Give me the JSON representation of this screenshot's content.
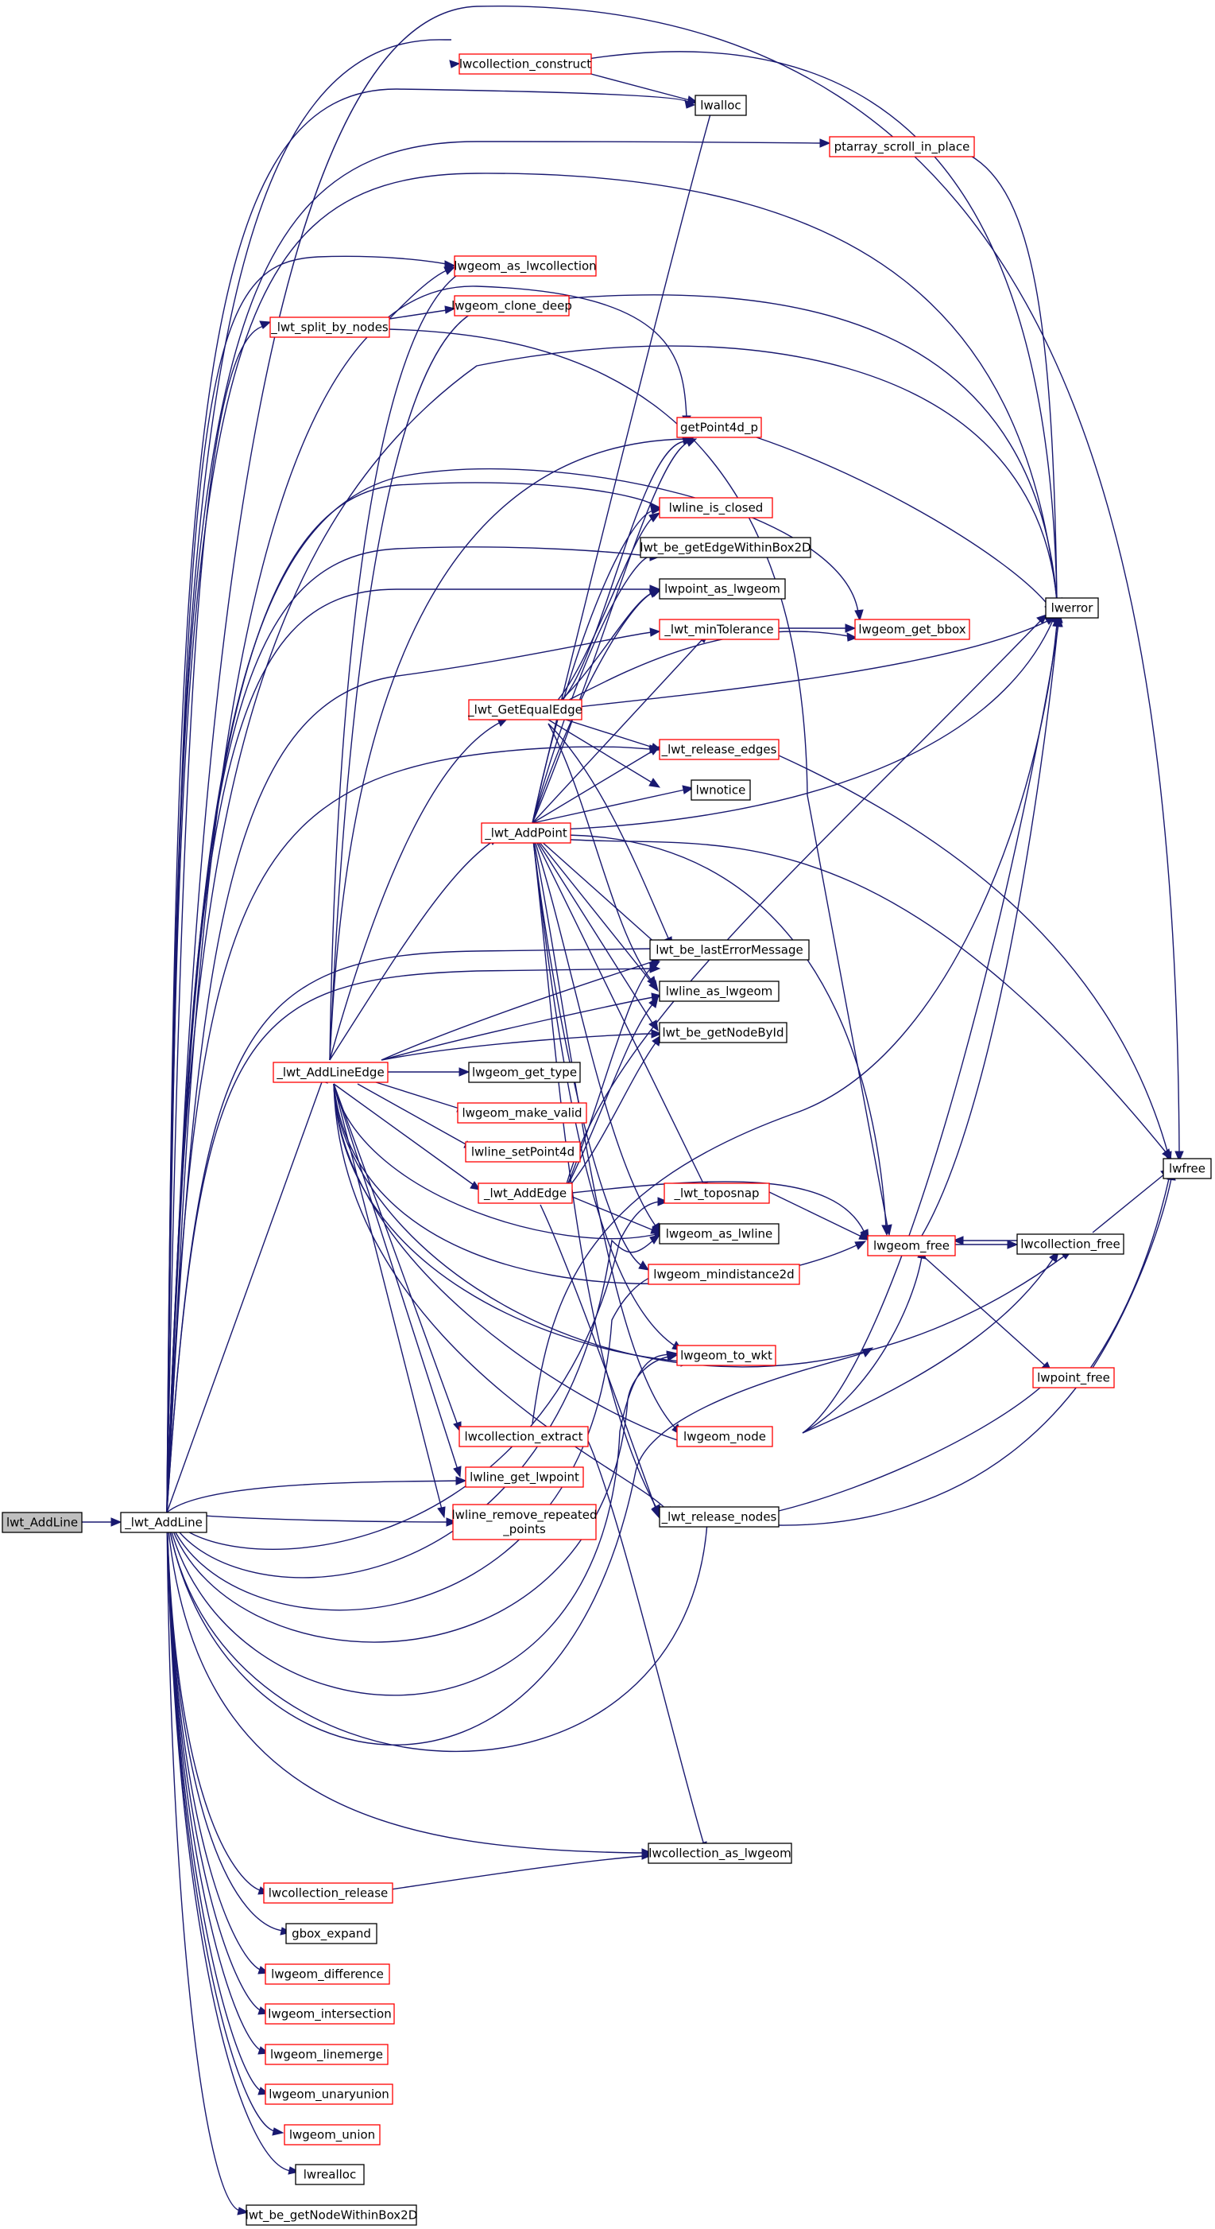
{
  "colors": {
    "edge": "#191970",
    "link_border": "#ff0000",
    "plain_border": "#000000",
    "root_fill": "#bfbfbf"
  },
  "nodes": {
    "n_lwt_AddLine": "lwt_AddLine",
    "n_lwt_AddLine2": "_lwt_AddLine",
    "n_lwcollection_construct": "lwcollection_construct",
    "n_lwalloc": "lwalloc",
    "n_ptarray_scroll": "ptarray_scroll_in_place",
    "n_lwgeom_as_lwcollection": "lwgeom_as_lwcollection",
    "n_lwt_split_by_nodes": "_lwt_split_by_nodes",
    "n_lwgeom_clone_deep": "lwgeom_clone_deep",
    "n_getPoint4d_p": "getPoint4d_p",
    "n_lwline_is_closed": "lwline_is_closed",
    "n_lwt_be_getEdgeWithinBox2D": "lwt_be_getEdgeWithinBox2D",
    "n_lwpoint_as_lwgeom": "lwpoint_as_lwgeom",
    "n_lwerror": "lwerror",
    "n_lwt_minTolerance": "_lwt_minTolerance",
    "n_lwgeom_get_bbox": "lwgeom_get_bbox",
    "n_lwt_GetEqualEdge": "_lwt_GetEqualEdge",
    "n_lwt_release_edges": "_lwt_release_edges",
    "n_lwnotice": "lwnotice",
    "n_lwt_AddPoint": "_lwt_AddPoint",
    "n_lwt_be_lastErrorMessage": "lwt_be_lastErrorMessage",
    "n_lwline_as_lwgeom": "lwline_as_lwgeom",
    "n_lwt_be_getNodeById": "lwt_be_getNodeById",
    "n_lwt_AddLineEdge": "_lwt_AddLineEdge",
    "n_lwgeom_get_type": "lwgeom_get_type",
    "n_lwgeom_make_valid": "lwgeom_make_valid",
    "n_lwline_setPoint4d": "lwline_setPoint4d",
    "n_lwt_AddEdge": "_lwt_AddEdge",
    "n_lwfree": "lwfree",
    "n_lwt_toposnap": "_lwt_toposnap",
    "n_lwgeom_free": "lwgeom_free",
    "n_lwcollection_free": "lwcollection_free",
    "n_lwgeom_as_lwline": "lwgeom_as_lwline",
    "n_lwgeom_mindistance2d": "lwgeom_mindistance2d",
    "n_lwgeom_to_wkt": "lwgeom_to_wkt",
    "n_lwpoint_free": "lwpoint_free",
    "n_lwgeom_node": "lwgeom_node",
    "n_lwcollection_extract": "lwcollection_extract",
    "n_lwline_get_lwpoint": "lwline_get_lwpoint",
    "n_lwt_release_nodes": "_lwt_release_nodes",
    "n_lwline_remove_repeated_1": "lwline_remove_repeated",
    "n_lwline_remove_repeated_2": "_points",
    "n_lwcollection_as_lwgeom": "lwcollection_as_lwgeom",
    "n_lwcollection_release": "lwcollection_release",
    "n_gbox_expand": "gbox_expand",
    "n_lwgeom_difference": "lwgeom_difference",
    "n_lwgeom_intersection": "lwgeom_intersection",
    "n_lwgeom_linemerge": "lwgeom_linemerge",
    "n_lwgeom_unaryunion": "lwgeom_unaryunion",
    "n_lwgeom_union": "lwgeom_union",
    "n_lwrealloc": "lwrealloc",
    "n_lwt_be_getNodeWithinBox2D": "lwt_be_getNodeWithinBox2D"
  }
}
